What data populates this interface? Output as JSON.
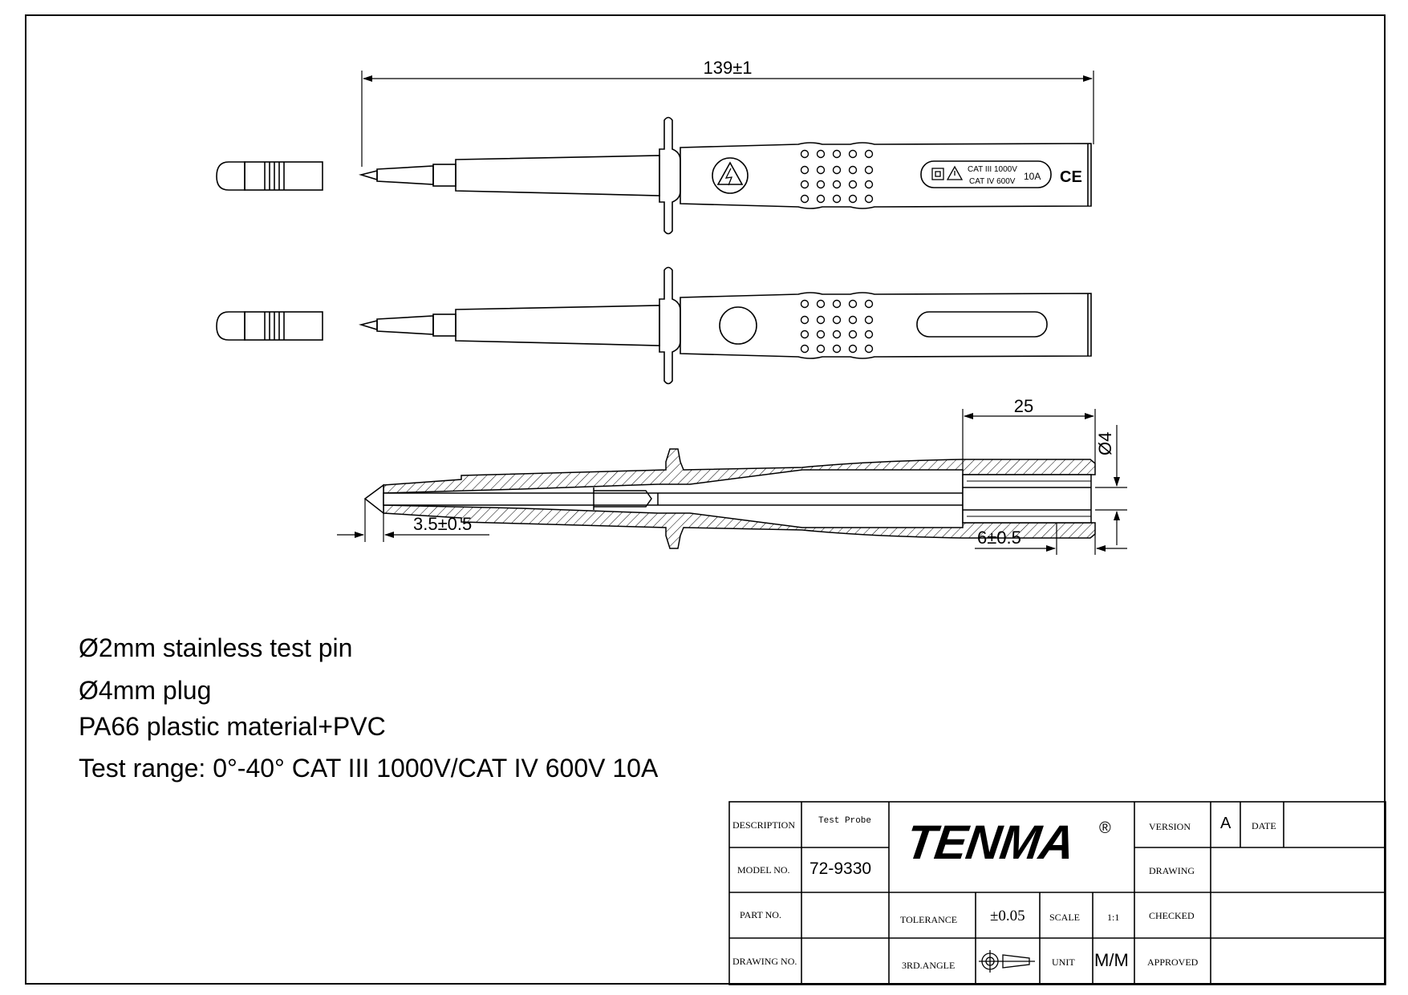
{
  "dimensions": {
    "overall_length": "139±1",
    "plug_depth": "25",
    "plug_diameter": "Ø4",
    "tip_length": "3.5±0.5",
    "plug_offset": "6±0.5"
  },
  "probe_markings": {
    "rating_line1": "CAT III 1000V",
    "rating_line2": "CAT IV 600V",
    "current": "10A",
    "ce_mark": "CE"
  },
  "specs": [
    "Ø2mm stainless test pin",
    "Ø4mm plug",
    "PA66 plastic material+PVC",
    "Test range:   0°-40° CAT III 1000V/CAT IV 600V  10A"
  ],
  "title_block": {
    "description_label": "DESCRIPTION",
    "description_value": "Test Probe",
    "model_label": "MODEL NO.",
    "model_value": "72-9330",
    "part_label": "PART NO.",
    "part_value": "",
    "drawing_no_label": "DRAWING NO.",
    "drawing_no_value": "",
    "brand": "TENMA",
    "registered": "®",
    "tolerance_label": "TOLERANCE",
    "tolerance_value": "±0.05",
    "scale_label": "SCALE",
    "scale_value": "1:1",
    "projection_label": "3RD.ANGLE",
    "unit_label": "UNIT",
    "unit_value": "M/M",
    "version_label": "VERSION",
    "version_value": "A",
    "date_label": "DATE",
    "drawing_label": "DRAWING",
    "checked_label": "CHECKED",
    "approved_label": "APPROVED"
  },
  "icons": [
    "high-voltage-warning-icon",
    "double-insulation-icon",
    "caution-triangle-icon",
    "ce-mark-icon",
    "third-angle-projection-icon"
  ]
}
